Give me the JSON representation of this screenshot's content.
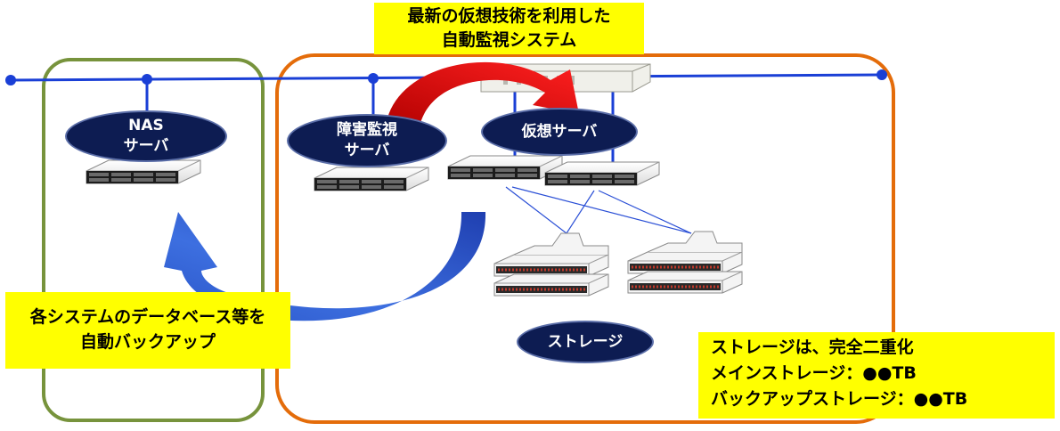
{
  "banner": {
    "line1": "最新の仮想技術を利用した",
    "line2": "自動監視システム"
  },
  "nas_label": {
    "line1": "NAS",
    "line2": "サーバ"
  },
  "monitor_label": {
    "line1": "障害監視",
    "line2": "サーバ"
  },
  "virtual_label": {
    "line1": "仮想サーバ"
  },
  "storage_label": {
    "line1": "ストレージ"
  },
  "backup_note": {
    "line1": "各システムのデータベース等を",
    "line2": "自動バックアップ"
  },
  "storage_note": {
    "line1": "ストレージは、完全二重化",
    "line2": "メインストレージ：●●TB",
    "line3": "バックアップストレージ：●●TB"
  },
  "colors": {
    "network": "#1a3fd6",
    "nas_frame": "#77933c",
    "main_frame": "#e46c0a",
    "label_fill": "#0d1c52",
    "note_fill": "#ffff00",
    "red_arrow": "#e00000",
    "blue_arrow": "#2f5fd0"
  }
}
